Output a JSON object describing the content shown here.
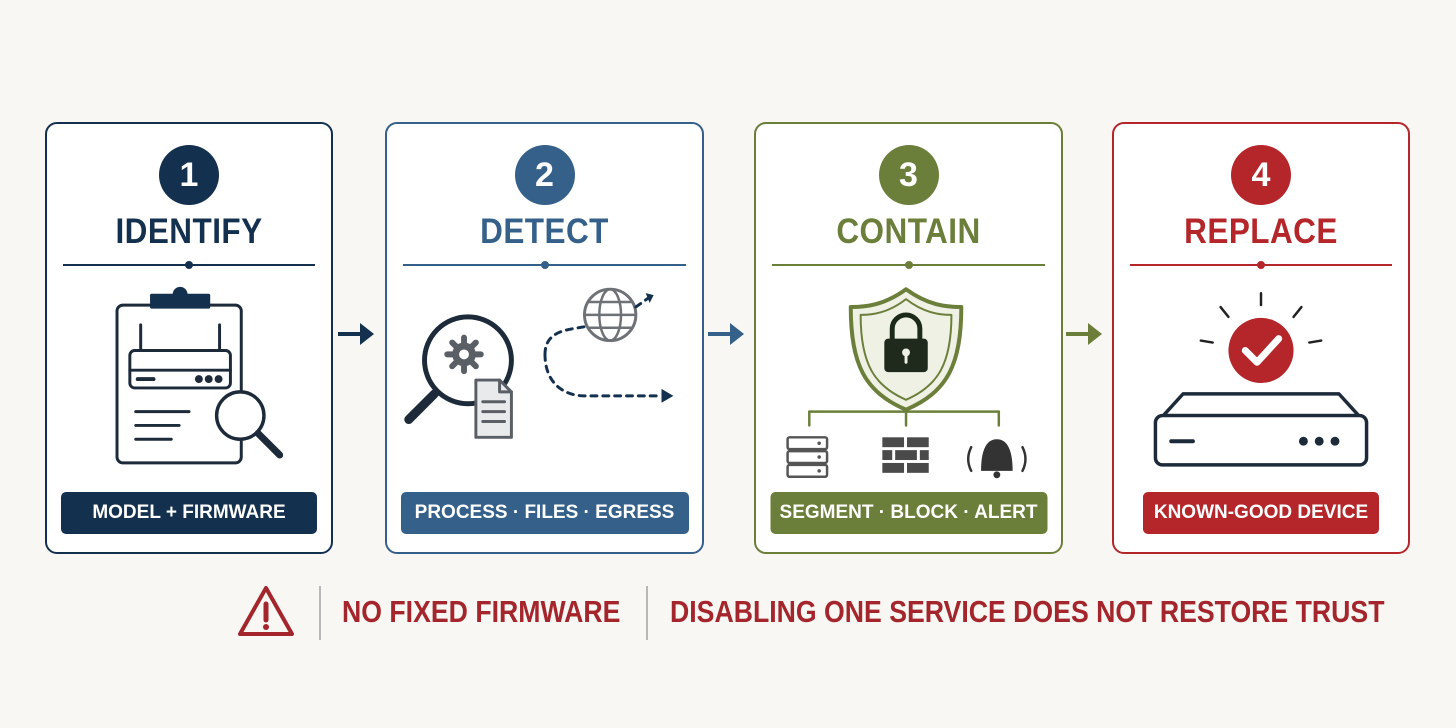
{
  "steps": [
    {
      "number": "1",
      "title": "IDENTIFY",
      "tag": "MODEL + FIRMWARE",
      "color": "#14304f",
      "icon": "clipboard-router-magnifier-icon"
    },
    {
      "number": "2",
      "title": "DETECT",
      "tag": "PROCESS · FILES · EGRESS",
      "color": "#35608a",
      "icon": "magnifier-gear-file-globe-icon"
    },
    {
      "number": "3",
      "title": "CONTAIN",
      "tag": "SEGMENT · BLOCK · ALERT",
      "color": "#6b7f3a",
      "icon": "shield-lock-network-icon"
    },
    {
      "number": "4",
      "title": "REPLACE",
      "tag": "KNOWN-GOOD DEVICE",
      "color": "#b4262a",
      "icon": "router-checkmark-icon"
    }
  ],
  "warning": {
    "icon": "warning-triangle-icon",
    "primary": "NO FIXED FIRMWARE",
    "secondary": "DISABLING ONE SERVICE DOES NOT RESTORE TRUST",
    "color": "#a4262c"
  },
  "background": "#f8f7f3"
}
